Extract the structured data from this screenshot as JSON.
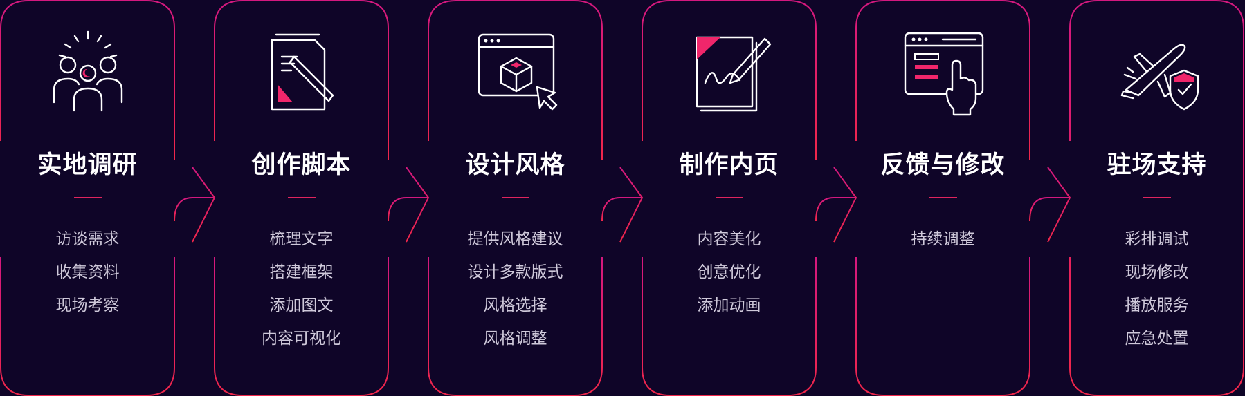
{
  "colors": {
    "background": "#0f0528",
    "accent": "#e0245e",
    "accent_magenta": "#d12f8f",
    "title": "#ffffff",
    "text": "#cfc9da"
  },
  "steps": [
    {
      "icon": "team-idea-icon",
      "title": "实地调研",
      "items": [
        "访谈需求",
        "收集资料",
        "现场考察"
      ]
    },
    {
      "icon": "document-pen-icon",
      "title": "创作脚本",
      "items": [
        "梳理文字",
        "搭建框架",
        "添加图文",
        "内容可视化"
      ]
    },
    {
      "icon": "browser-cube-cursor-icon",
      "title": "设计风格",
      "items": [
        "提供风格建议",
        "设计多款版式",
        "风格选择",
        "风格调整"
      ]
    },
    {
      "icon": "paper-signature-pen-icon",
      "title": "制作内页",
      "items": [
        "内容美化",
        "创意优化",
        "添加动画"
      ]
    },
    {
      "icon": "browser-hand-click-icon",
      "title": "反馈与修改",
      "items": [
        "持续调整"
      ]
    },
    {
      "icon": "airplane-shield-icon",
      "title": "驻场支持",
      "items": [
        "彩排调试",
        "现场修改",
        "播放服务",
        "应急处置"
      ]
    }
  ]
}
